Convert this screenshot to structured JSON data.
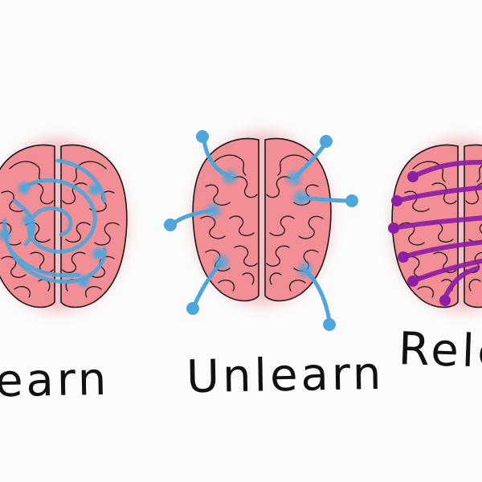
{
  "captions": {
    "learn": "earn",
    "unlearn": "Unlearn",
    "relearn": "Relea"
  },
  "colors": {
    "brain_fill": "#f28e95",
    "brain_glow": "#f3b8be",
    "brain_outline": "#1a1a1a",
    "blue_connection": "#4fa6da",
    "purple_connection": "#8d1fa4",
    "text": "#111111"
  },
  "icons": {
    "brain": "brain-icon",
    "connections_learn": "swirl-icon",
    "connections_unlearn": "dispersed-pins-icon",
    "connections_relearn": "purple-pins-icon"
  }
}
